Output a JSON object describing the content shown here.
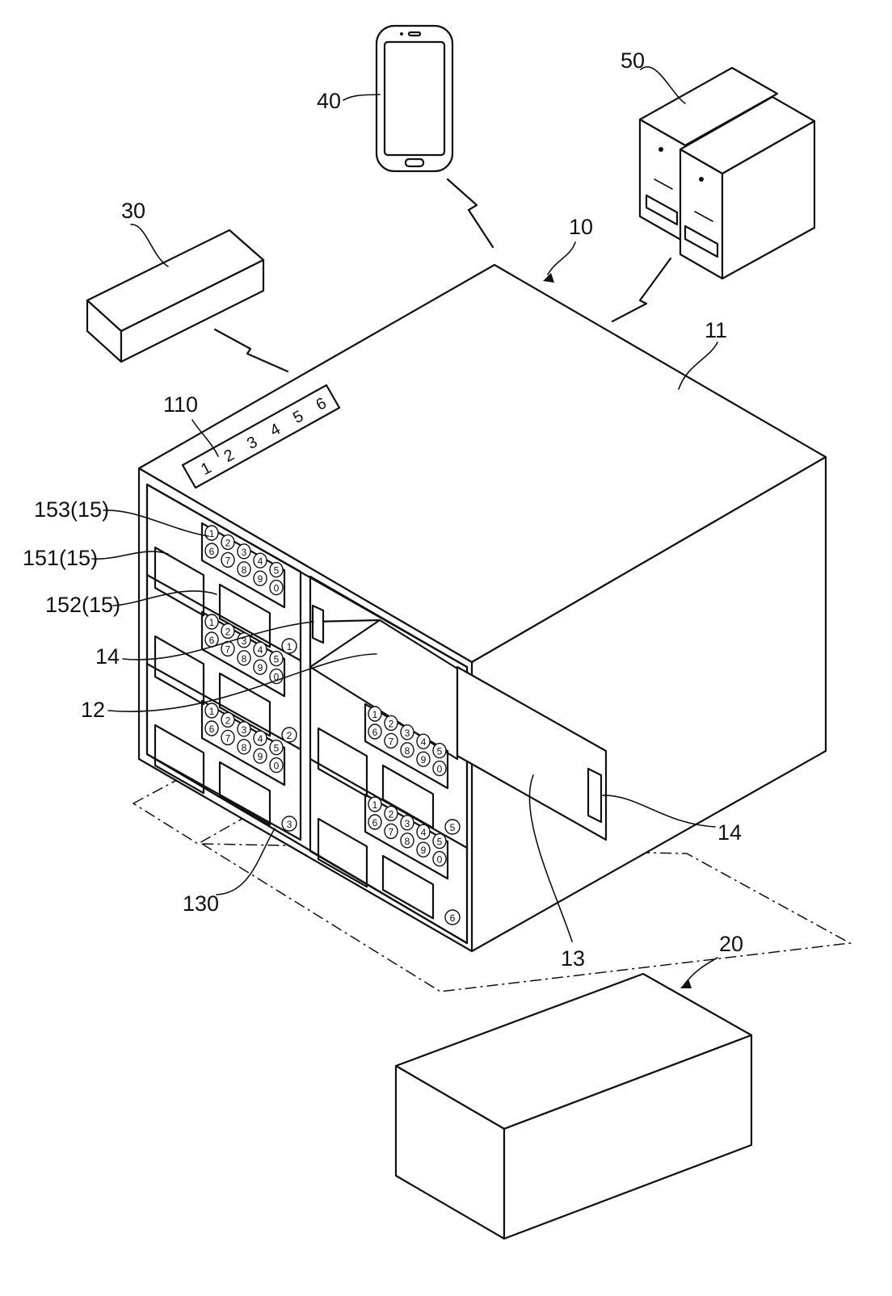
{
  "figure": {
    "reference_labels": {
      "system": "10",
      "housing": "11",
      "opening": "12",
      "door": "13",
      "handle_upper": "14",
      "handle_door": "14",
      "unlocker": "20",
      "sensor_block": "30",
      "mobile_terminal": "40",
      "server": "50",
      "top_panel": "110",
      "locker_marker": "130",
      "display": "151(15)",
      "screen": "152(15)",
      "keypad": "153(15)"
    },
    "top_panel_numbers": [
      "1",
      "2",
      "3",
      "4",
      "5",
      "6"
    ],
    "keypad_digits": [
      "1",
      "2",
      "3",
      "4",
      "5",
      "6",
      "7",
      "8",
      "9",
      "0"
    ],
    "compartment_numbers": [
      "1",
      "2",
      "3",
      "5",
      "6"
    ]
  }
}
